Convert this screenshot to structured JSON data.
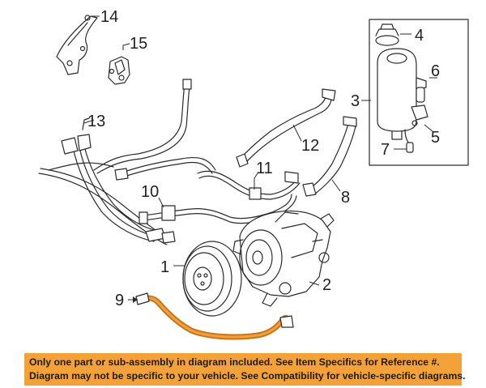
{
  "callouts": {
    "c1": "1",
    "c2": "2",
    "c3": "3",
    "c4": "4",
    "c5": "5",
    "c6": "6",
    "c7": "7",
    "c8": "8",
    "c9": "9",
    "c10": "10",
    "c11": "11",
    "c12": "12",
    "c13": "13",
    "c14": "14",
    "c15": "15"
  },
  "highlighted_part": "9",
  "colors": {
    "highlight": "#f2a03d",
    "notice_bg": "#f5a13a",
    "line": "#2a2a2a"
  },
  "notice": {
    "line1": "Only one part or sub-assembly in diagram included. See Item Specifics for Reference #.",
    "line2": "Diagram may not be specific to your vehicle. See Compatibility for vehicle-specific diagrams."
  }
}
